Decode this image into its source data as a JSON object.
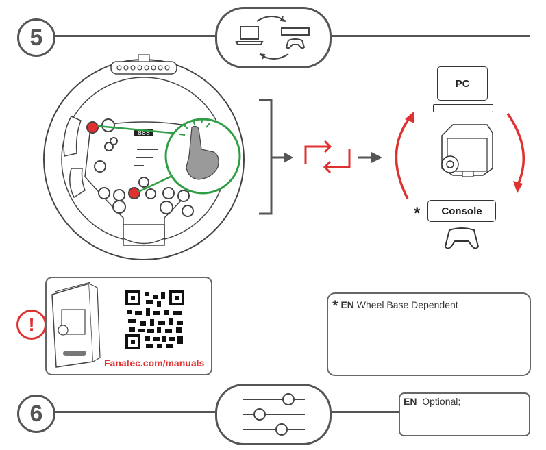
{
  "step5": {
    "number": "5"
  },
  "step6": {
    "number": "6"
  },
  "pc_label": "PC",
  "console_label": "Console",
  "asterisk": "*",
  "manual": {
    "url": "Fanatec.com/manuals",
    "alert": "!"
  },
  "note_wheel_base": {
    "asterisk": "*",
    "lang": "EN",
    "text": "Wheel Base Dependent"
  },
  "note_optional": {
    "lang": "EN",
    "text": "Optional;"
  },
  "wheel_display": "888",
  "colors": {
    "accent_red": "#e03131",
    "accent_green": "#2f9e44",
    "line_gray": "#555555"
  }
}
